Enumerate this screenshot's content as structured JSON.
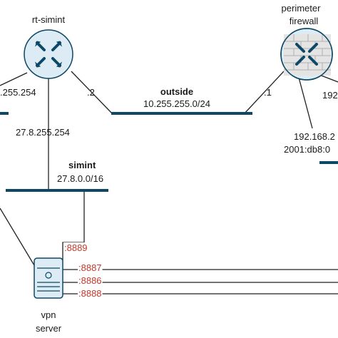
{
  "nodes": {
    "router": {
      "name": "rt-simint",
      "ip_left": ".255.254",
      "ip_right": ".2",
      "ip_down": "27.8.255.254"
    },
    "firewall": {
      "name_line1": "perimeter",
      "name_line2": "firewall",
      "ip_left": ".1",
      "ip_right_1": "192",
      "ip_right_2": "192.168.2",
      "ip_right_3": "2001:db8:0"
    },
    "vpn": {
      "name_line1": "vpn",
      "name_line2": "server"
    }
  },
  "networks": {
    "outside": {
      "name": "outside",
      "cidr": "10.255.255.0/24"
    },
    "simint": {
      "name": "simint",
      "cidr": "27.8.0.0/16"
    }
  },
  "ports": [
    ":8889",
    ":8887",
    ":8886",
    ":8888"
  ],
  "colors": {
    "segment": "#0d4866",
    "router_body": "#dcebf4",
    "port_red": "#c0392b",
    "brick": "#c9c9c9"
  }
}
